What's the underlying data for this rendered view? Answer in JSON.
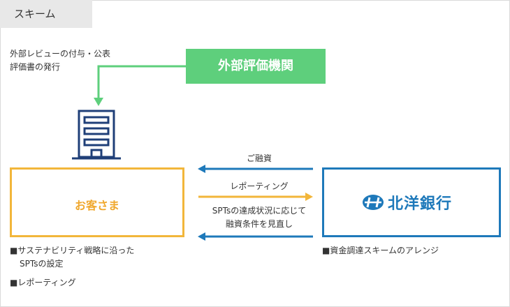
{
  "tab": {
    "label": "スキーム"
  },
  "eval_note": {
    "line1": "外部レビューの付与・公表",
    "line2": "評価書の発行"
  },
  "eval_org": {
    "label": "外部評価機関"
  },
  "customer": {
    "label": "お客さま"
  },
  "bank": {
    "name": "北洋銀行"
  },
  "flows": {
    "financing": "ご融資",
    "reporting": "レポーティング",
    "review_line1": "SPTsの達成状況に応じて",
    "review_line2": "融資条件を見直し"
  },
  "customer_notes": {
    "note1_line1": "■サステナビリティ戦略に沿った",
    "note1_line2": "SPTsの設定",
    "note2": "■レポーティング"
  },
  "bank_notes": {
    "note1": "■資金調達スキームのアレンジ"
  },
  "colors": {
    "green": "#5ecf7c",
    "orange": "#f2b63a",
    "blue": "#1e79ba",
    "navy": "#1f3f78"
  }
}
